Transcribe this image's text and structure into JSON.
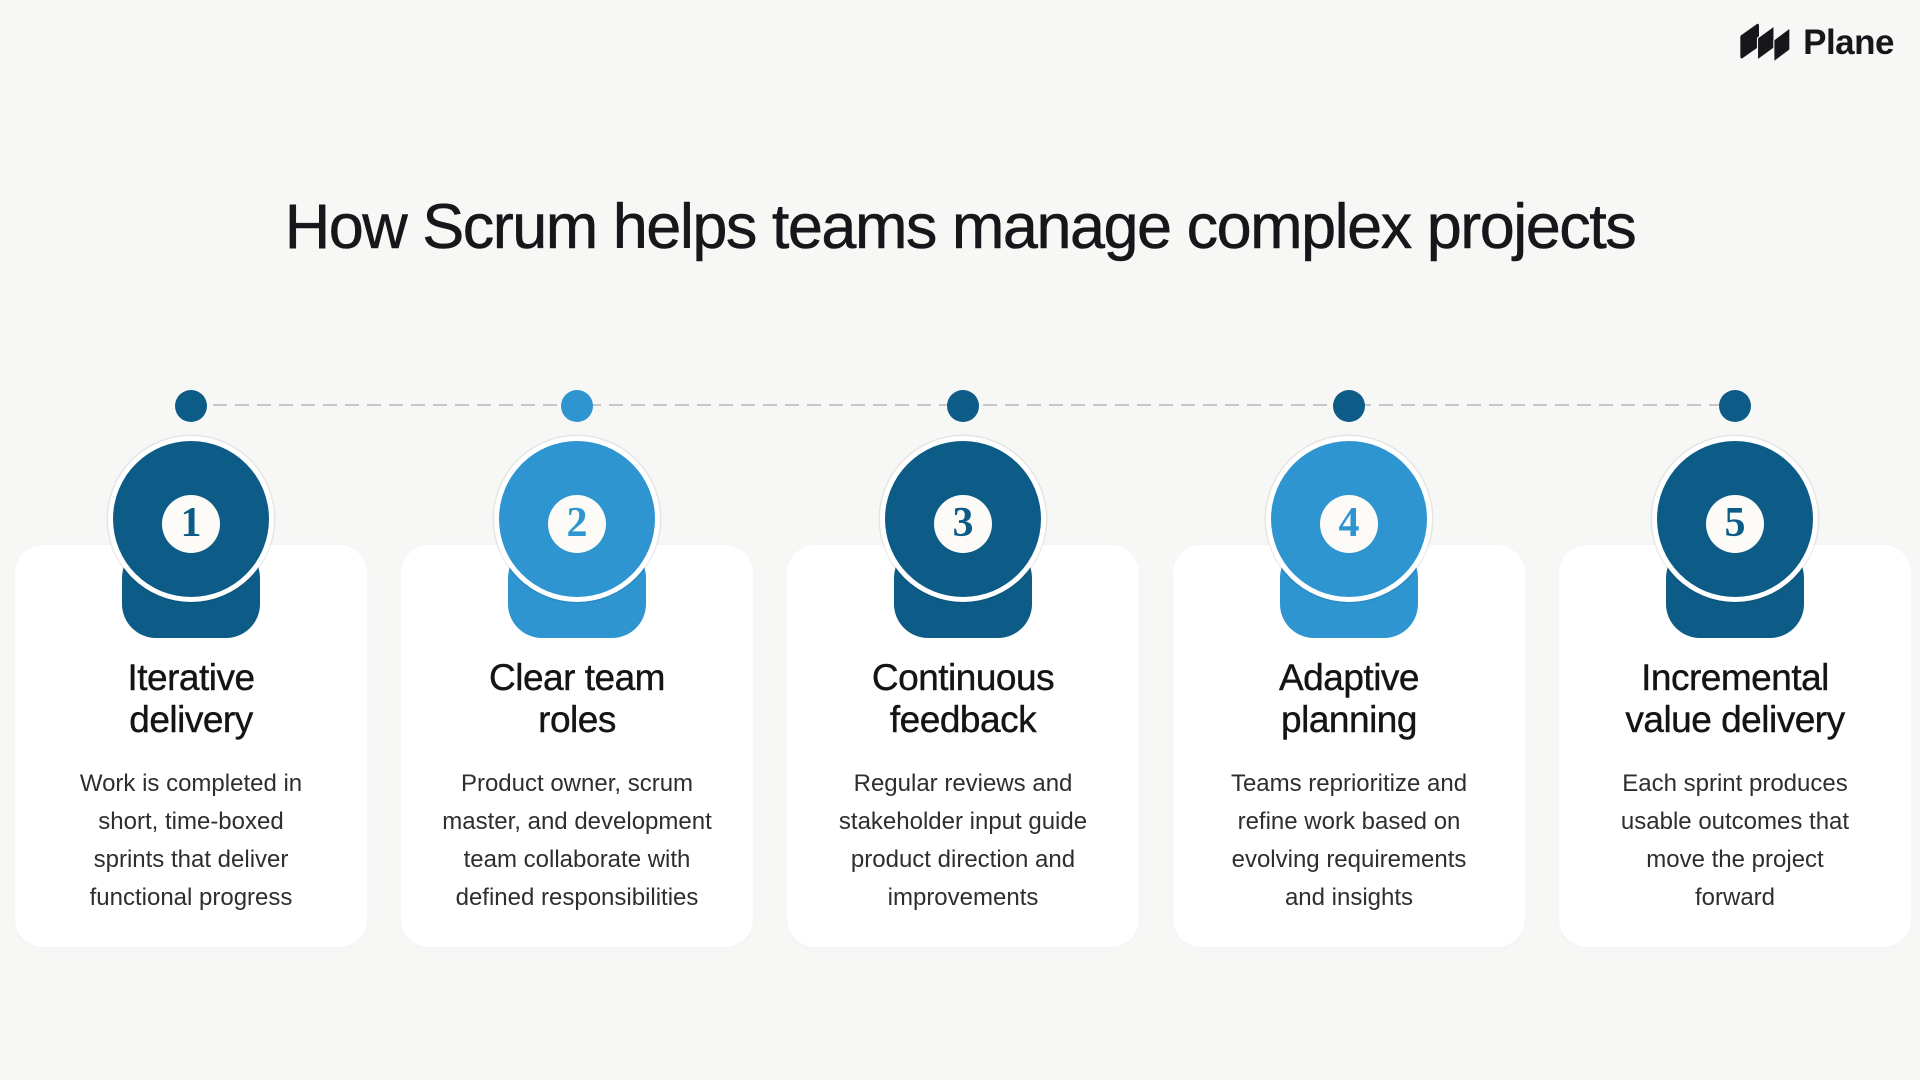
{
  "brand": {
    "name": "Plane",
    "logo_icon": "plane-logo-icon",
    "color": "#17171b"
  },
  "title": "How Scrum helps teams manage complex projects",
  "colors": {
    "background": "#f7f7f6",
    "card_background": "#ffffff",
    "dark_blue": "#0d5c87",
    "light_blue": "#2e95d1",
    "timeline_line": "#c8c8c8",
    "heading_text": "#141414",
    "body_text": "#2e2e2e"
  },
  "timeline": {
    "style": "dashed",
    "dot_count": 5
  },
  "steps": [
    {
      "number": "1",
      "tone": "dark",
      "dot_tone": "dark",
      "title": "Iterative\ndelivery",
      "description": "Work is completed in\nshort, time-boxed\nsprints that deliver\nfunctional progress"
    },
    {
      "number": "2",
      "tone": "light",
      "dot_tone": "light",
      "title": "Clear team\nroles",
      "description": "Product owner, scrum\nmaster, and development\nteam collaborate with\ndefined responsibilities"
    },
    {
      "number": "3",
      "tone": "dark",
      "dot_tone": "dark",
      "title": "Continuous\nfeedback",
      "description": "Regular reviews and\nstakeholder input guide\nproduct direction and\nimprovements"
    },
    {
      "number": "4",
      "tone": "light",
      "dot_tone": "dark",
      "title": "Adaptive\nplanning",
      "description": "Teams reprioritize and\nrefine work based on\nevolving requirements\nand insights"
    },
    {
      "number": "5",
      "tone": "dark",
      "dot_tone": "dark",
      "title": "Incremental\nvalue delivery",
      "description": "Each sprint produces\nusable outcomes that\nmove the project\nforward"
    }
  ]
}
